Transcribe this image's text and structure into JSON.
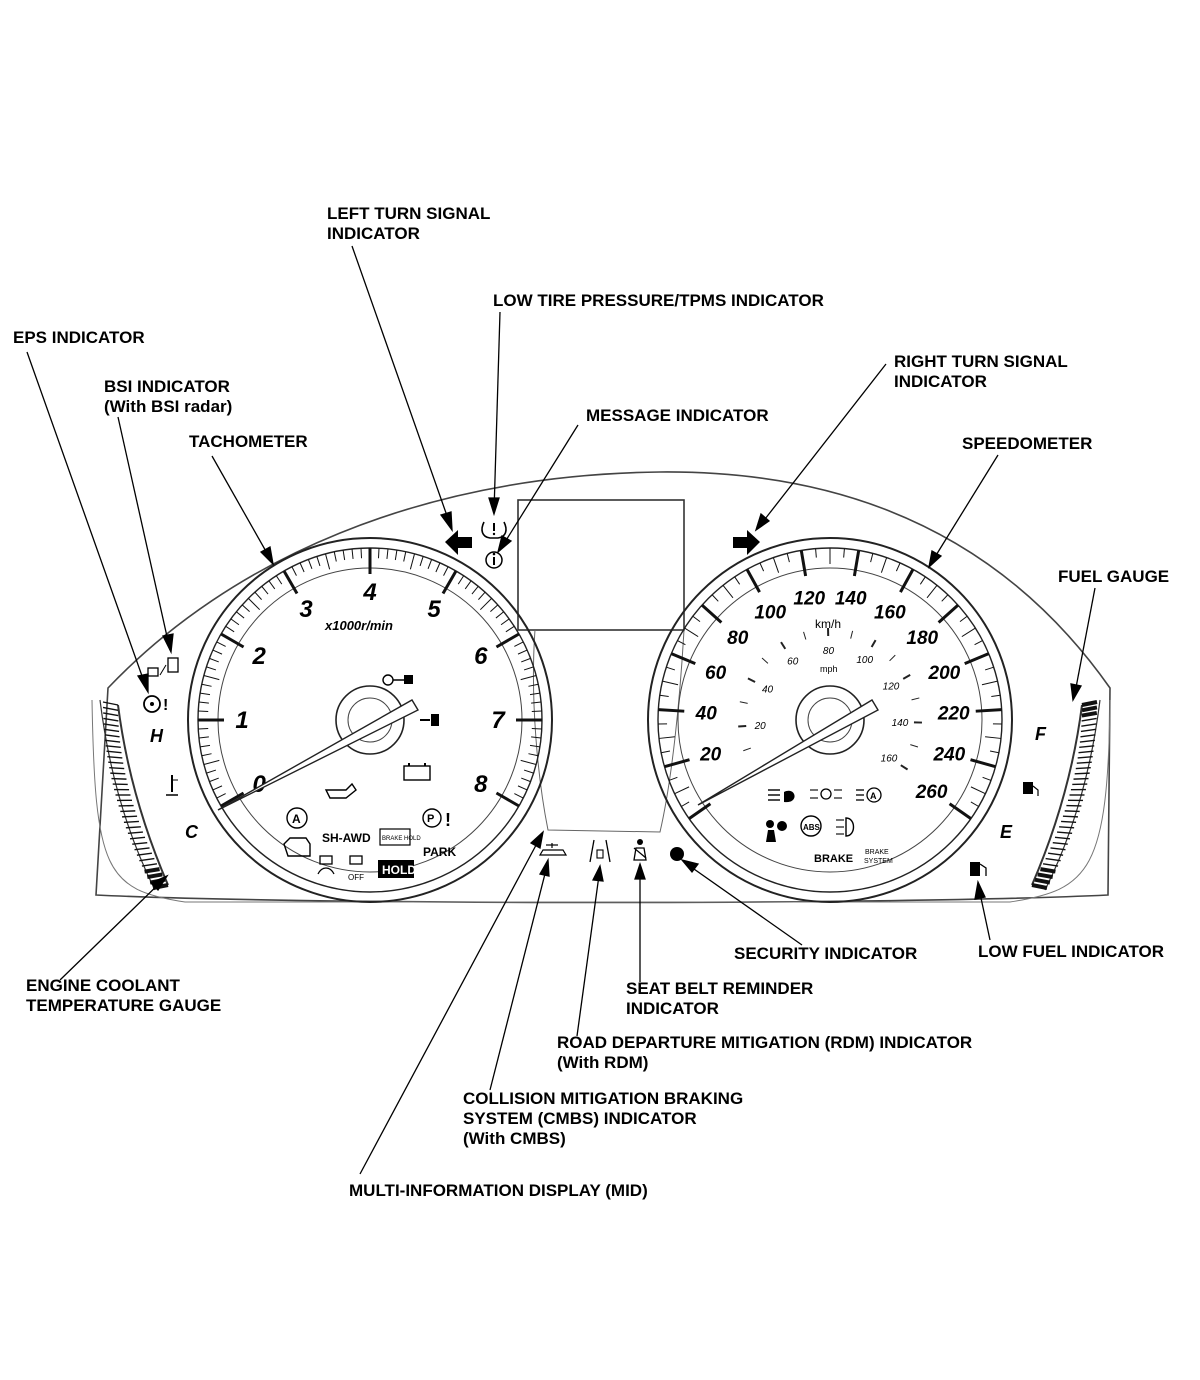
{
  "labels": {
    "left_turn_signal": [
      "LEFT TURN SIGNAL",
      "INDICATOR"
    ],
    "low_tire_pressure": [
      "LOW TIRE PRESSURE/TPMS INDICATOR"
    ],
    "eps": [
      "EPS INDICATOR"
    ],
    "bsi": [
      "BSI INDICATOR",
      "(With BSI radar)"
    ],
    "message": [
      "MESSAGE INDICATOR"
    ],
    "tachometer": [
      "TACHOMETER"
    ],
    "right_turn_signal": [
      "RIGHT TURN SIGNAL",
      "INDICATOR"
    ],
    "speedometer": [
      "SPEEDOMETER"
    ],
    "fuel_gauge": [
      "FUEL GAUGE"
    ],
    "engine_coolant": [
      "ENGINE COOLANT",
      "TEMPERATURE GAUGE"
    ],
    "security": [
      "SECURITY INDICATOR"
    ],
    "low_fuel": [
      "LOW FUEL INDICATOR"
    ],
    "seat_belt": [
      "SEAT BELT REMINDER",
      "INDICATOR"
    ],
    "rdm": [
      "ROAD DEPARTURE MITIGATION (RDM) INDICATOR",
      "(With RDM)"
    ],
    "cmbs": [
      "COLLISION MITIGATION BRAKING",
      "SYSTEM (CMBS) INDICATOR",
      "(With CMBS)"
    ],
    "mid": [
      "MULTI-INFORMATION DISPLAY (MID)"
    ]
  },
  "tachometer": {
    "numbers": [
      "0",
      "1",
      "2",
      "3",
      "4",
      "5",
      "6",
      "7",
      "8"
    ],
    "unit": "x1000r/min"
  },
  "speedometer": {
    "kmh_numbers": [
      "20",
      "40",
      "60",
      "80",
      "100",
      "120",
      "140",
      "160",
      "180",
      "200",
      "220",
      "240",
      "260"
    ],
    "kmh_unit": "km/h",
    "mph_numbers": [
      "20",
      "40",
      "60",
      "80",
      "100",
      "120",
      "140",
      "160"
    ],
    "mph_unit": "mph"
  },
  "coolant_gauge": {
    "hot": "H",
    "cold": "C"
  },
  "fuel": {
    "full": "F",
    "empty": "E"
  },
  "indicators_text": {
    "sh_awd": "SH-AWD",
    "brake_hold": "BRAKE HOLD",
    "hold": "HOLD",
    "park": "PARK",
    "brake": "BRAKE",
    "brake_system": [
      "BRAKE",
      "SYSTEM"
    ],
    "abs": "ABS",
    "off": "OFF",
    "auto": "A"
  },
  "icons": [
    "left-arrow-icon",
    "right-arrow-icon",
    "tpms-icon",
    "info-icon",
    "eps-icon",
    "bsi-icon",
    "key-icon",
    "immobilizer-icon",
    "oil-icon",
    "battery-icon",
    "engine-icon",
    "vsa-icon",
    "vsa-off-icon",
    "parking-brake-icon",
    "headlight-icon",
    "parking-light-icon",
    "auto-high-beam-icon",
    "airbag-icon",
    "fog-light-icon",
    "cmbs-icon",
    "rdm-icon",
    "seatbelt-icon",
    "security-dot-icon",
    "fuel-pump-icon",
    "low-fuel-icon",
    "coolant-temp-icon"
  ]
}
